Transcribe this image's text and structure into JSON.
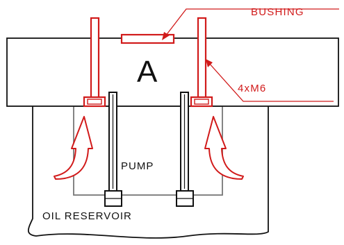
{
  "labels": {
    "bushing": "BUSHING",
    "block": "A",
    "bolts": "4xM6",
    "pump": "PUMP",
    "reservoir": "OIL RESERVOIR"
  },
  "colors": {
    "annotation": "#d11a1a",
    "outline": "#111111",
    "pump_outline": "#777777"
  }
}
